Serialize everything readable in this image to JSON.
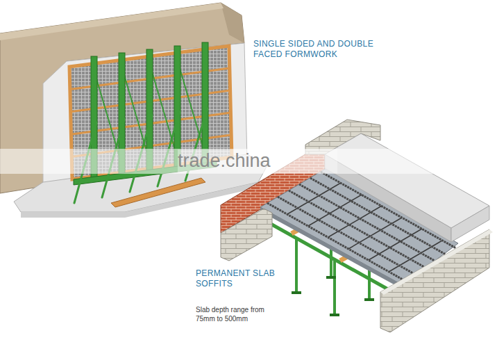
{
  "diagram": {
    "labels": [
      "SINGLE SIDED AND DOUBLE FACED FORMWORK",
      "PERMANENT SLAB SOFFITS",
      "Slab depth range from 75mm to 500mm",
      "trade.china"
    ]
  }
}
